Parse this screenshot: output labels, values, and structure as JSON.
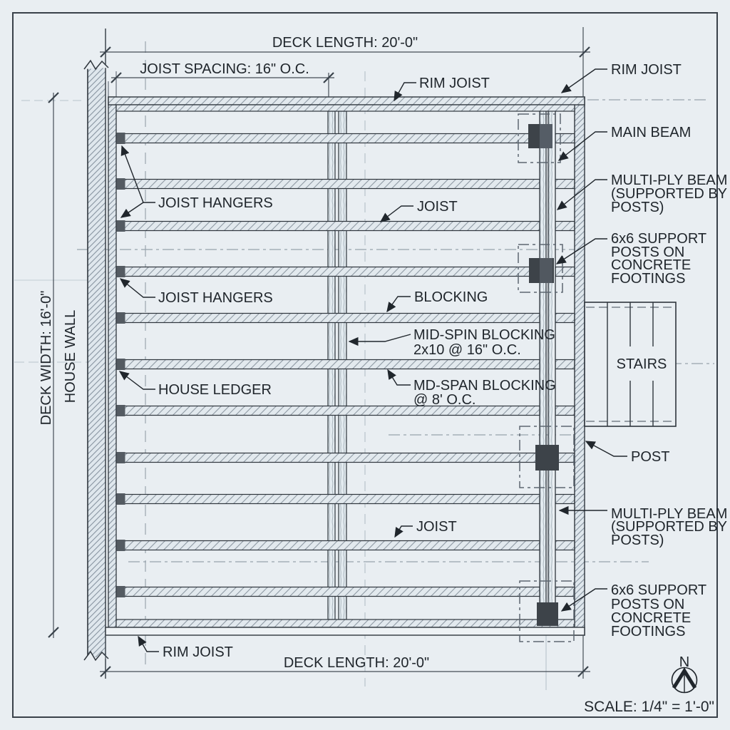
{
  "page": {
    "background": "#e9eef2",
    "border_color": "#39414a",
    "line_color": "#2f363d",
    "text_color": "#20262c",
    "hatch_color": "#8e99a3",
    "post_color": "#3d4349",
    "centerline_color": "#98a3ac"
  },
  "dimensions": {
    "deck_length_top": "DECK LENGTH: 20'-0\"",
    "joist_spacing": "JOIST SPACING: 16\" O.C.",
    "deck_width": "DECK WIDTH: 16'-0\"",
    "deck_length_bottom": "DECK LENGTH: 20'-0\"",
    "scale": "SCALE: 1/4\" = 1'-0\"",
    "north": "N"
  },
  "labels": {
    "rim_joist_top": "RIM JOIST",
    "rim_joist_right": "RIM JOIST",
    "rim_joist_bottom": "RIM JOIST",
    "main_beam": "MAIN BEAM",
    "joist_upper": "JOIST",
    "joist_lower": "JOIST",
    "joist_hangers_upper": "JOIST HANGERS",
    "joist_hangers_lower": "JOIST HANGERS",
    "house_ledger": "HOUSE LEDGER",
    "house_wall": "HOUSE WALL",
    "blocking": "BLOCKING",
    "mid_spin_blocking": [
      "MID-SPIN BLOCKING",
      "2x10 @ 16\" O.C."
    ],
    "mid_span_blocking": [
      "MD-SPAN BLOCKING",
      "@ 8' O.C."
    ],
    "multi_ply_beam_upper": [
      "MULTI-PLY BEAM",
      "(SUPPORTED BY",
      "POSTS)"
    ],
    "multi_ply_beam_lower": [
      "MULTI-PLY BEAM",
      "(SUPPORTED BY",
      "POSTS)"
    ],
    "support_posts_upper": [
      "6x6 SUPPORT",
      "POSTS ON",
      "CONCRETE",
      "FOOTINGS"
    ],
    "support_posts_lower": [
      "6x6 SUPPORT",
      "POSTS ON",
      "CONCRETE",
      "FOOTINGS"
    ],
    "stairs": "STAIRS",
    "post": "POST"
  }
}
